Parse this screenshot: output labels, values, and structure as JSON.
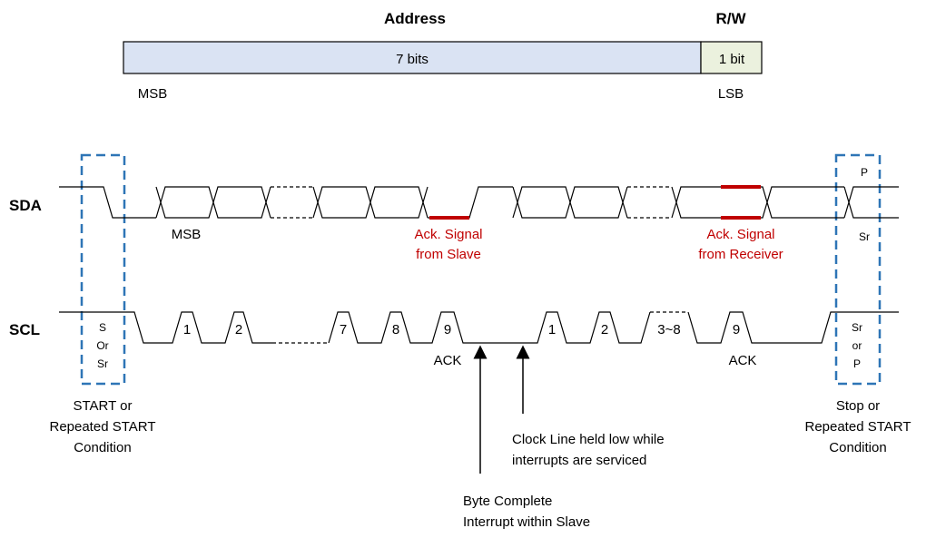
{
  "address_frame": {
    "address_title": "Address",
    "rw_title": "R/W",
    "address_field": "7 bits",
    "rw_field": "1 bit",
    "msb": "MSB",
    "lsb": "LSB",
    "address_color": "#dae3f3",
    "rw_color": "#ebf1de"
  },
  "signals": {
    "sda": "SDA",
    "scl": "SCL"
  },
  "sda_labels": {
    "msb": "MSB",
    "ack_slave": [
      "Ack. Signal",
      "from Slave"
    ],
    "ack_receiver": [
      "Ack. Signal",
      "from Receiver"
    ],
    "stop_p": "P",
    "stop_sr": "Sr"
  },
  "scl_labels": {
    "pulses": [
      "1",
      "2",
      "7",
      "8",
      "9",
      "1",
      "2",
      "3~8",
      "9"
    ],
    "ack1": "ACK",
    "ack2": "ACK",
    "start_box": [
      "S",
      "Or",
      "Sr"
    ],
    "stop_box": [
      "Sr",
      "or",
      "P"
    ]
  },
  "annotations": {
    "start_condition": [
      "START or",
      "Repeated START",
      "Condition"
    ],
    "stop_condition": [
      "Stop or",
      "Repeated START",
      "Condition"
    ],
    "clock_held": [
      "Clock Line held low while",
      "interrupts are serviced"
    ],
    "byte_complete": [
      "Byte Complete",
      "Interrupt within Slave"
    ]
  },
  "colors": {
    "ack_red": "#c00000",
    "box_blue": "#2e75b6"
  }
}
